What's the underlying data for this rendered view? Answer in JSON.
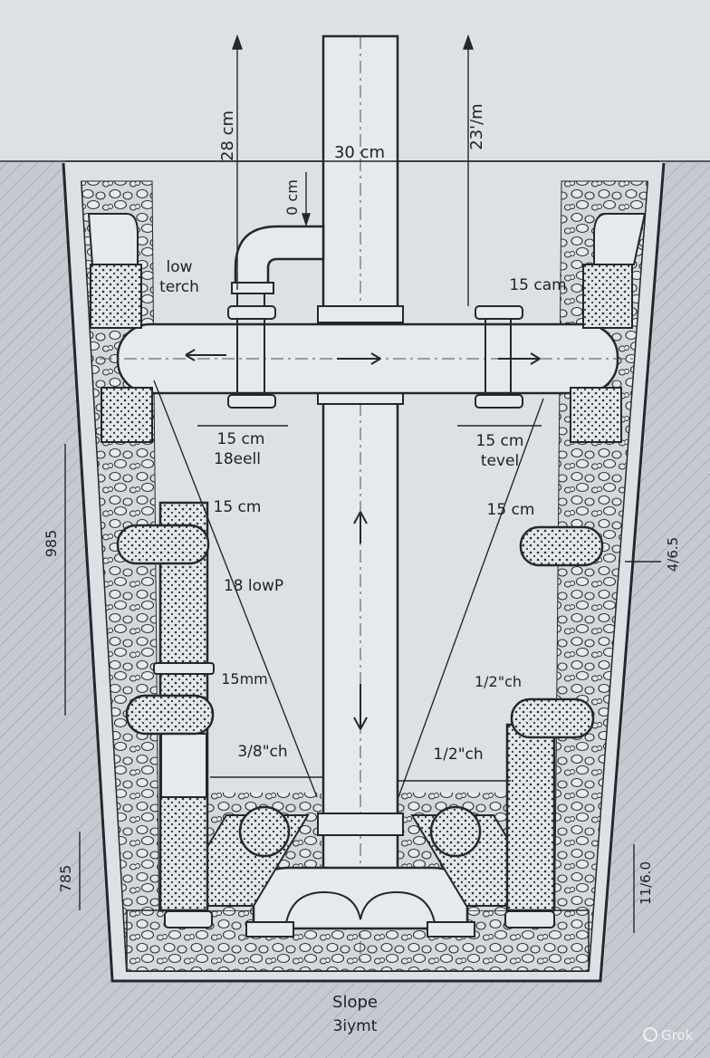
{
  "labels": {
    "top_left_height": "28 cm",
    "top_right_height": "23'/m",
    "top_width": "30 cm",
    "elbow_drop": "0 cm",
    "low_terch_1": "low",
    "low_terch_2": "terch",
    "right_top_spacing": "15 cam",
    "left_header_span_1": "15 cm",
    "left_header_span_2": "18eell",
    "right_header_span_1": "15 cm",
    "right_header_span_2": "tevel",
    "left_mid_spacing": "15 cm",
    "right_mid_spacing": "15 cm",
    "left_depth": "985",
    "right_depth": "4/6.5",
    "left_lowp": "18 lowP",
    "left_15mm": "15mm",
    "right_half_ch_upper": "1/2\"ch",
    "left_bottom_span": "3/8\"ch",
    "right_bottom_span": "1/2\"ch",
    "left_bottom_depth": "785",
    "right_bottom_depth": "11/6.0",
    "slope_1": "Slope",
    "slope_2": "3iymt"
  },
  "watermark": "Grok",
  "colors": {
    "paper": "#dde1e6",
    "soil": "#c3c8ce",
    "ink": "#1d2128",
    "pipe": "#e6e9ed",
    "gravel": "#d3d7dc"
  }
}
